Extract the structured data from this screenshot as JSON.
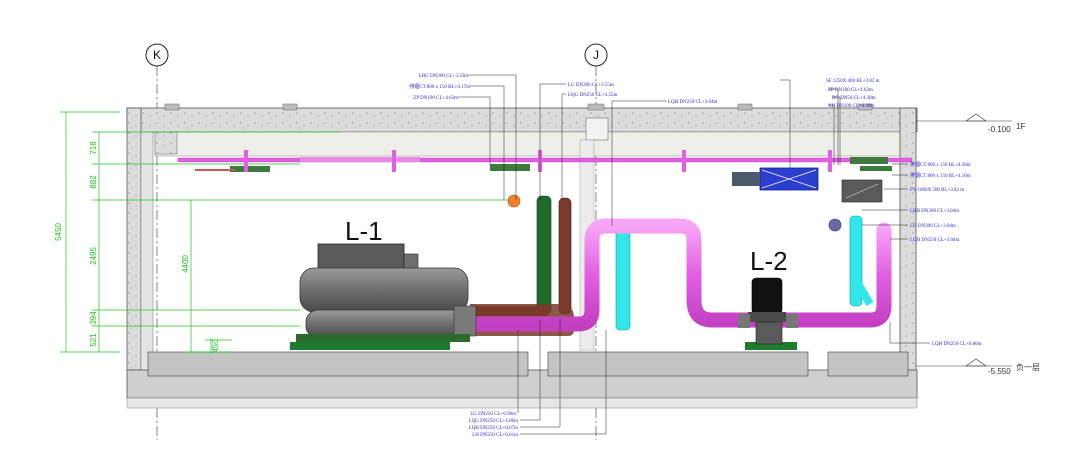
{
  "grid": {
    "k": "K",
    "j": "J"
  },
  "equipment": {
    "chiller": "L-1",
    "pump": "L-2"
  },
  "levels": {
    "upper_value": "-0.100",
    "upper_floor": "1F",
    "lower_value": "-5.550",
    "lower_floor": "负一层"
  },
  "dimensions": {
    "total": "5450",
    "d1": "718",
    "d2": "882",
    "d3": "2495",
    "d4": "394",
    "d5": "521",
    "inner": "4400",
    "small": "450"
  },
  "labels_top_left": [
    "LRG DN300  CL+3.33m",
    "排烟CT 800 x 150 BL+4.17m",
    "ZP DN100  CL+4.63m"
  ],
  "labels_top_mid": [
    "LG DN300  CL+3.55m",
    "LQG DN250  CL+3.55m",
    "LQH DN250  CL+3.04m"
  ],
  "labels_top_right": [
    "SF 1250X 400 BL+3.82 m",
    "ZP DN100  CL+4.63m",
    "RG DN50  CL+4.38m",
    "XH DN100  CL+4.38m"
  ],
  "labels_right": [
    "排烟CT 800 x 150 BL+4.38m",
    "排烟CT 800 x 150 BL+4.10m",
    "PY 1000X 500 BL+3.82 m",
    "LRH DN300  CL+3.04m",
    "LH DN300  CL+3.04m",
    "LQH DN250  CL+3.04m"
  ],
  "label_right_low": "LQH DN250  CL+0.86m",
  "labels_bottom": [
    "LG DN250  CL+0.96m",
    "LQG DN250  CL+1.06m",
    "LQH DN250  CL+0.67m",
    "LH DN250  CL+0.61m"
  ],
  "colors": {
    "annotation": "#2a2ad4",
    "dimension": "#22c522",
    "magenta_pipe": "#e85ee8",
    "cyan_pipe": "#33e6ea",
    "dark_green_pipe": "#1f6a2b",
    "brown_pipe": "#7a3a2a",
    "slab": "#d9d9d9",
    "foundation": "#bfbfbf"
  }
}
